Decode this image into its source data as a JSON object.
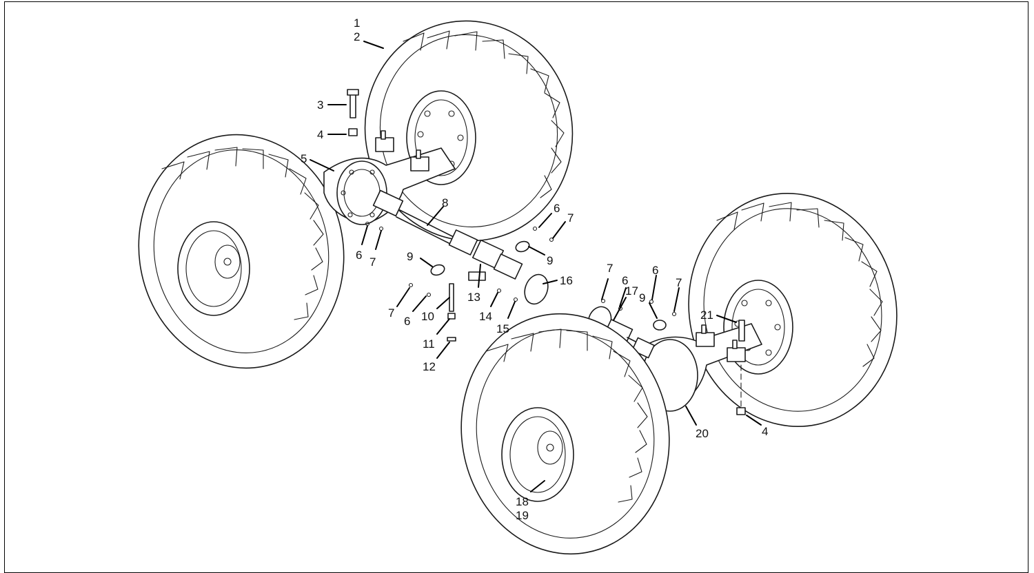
{
  "diagram": {
    "accent_color": "#1a1a1a",
    "background_color": "#ffffff",
    "callouts": [
      {
        "id": "c1",
        "label": "1"
      },
      {
        "id": "c2",
        "label": "2"
      },
      {
        "id": "c3",
        "label": "3"
      },
      {
        "id": "c4a",
        "label": "4"
      },
      {
        "id": "c5",
        "label": "5"
      },
      {
        "id": "c6a",
        "label": "6"
      },
      {
        "id": "c7a",
        "label": "7"
      },
      {
        "id": "c8",
        "label": "8"
      },
      {
        "id": "c6b",
        "label": "6"
      },
      {
        "id": "c7b",
        "label": "7"
      },
      {
        "id": "c9a",
        "label": "9"
      },
      {
        "id": "c9b",
        "label": "9"
      },
      {
        "id": "c16",
        "label": "16"
      },
      {
        "id": "c13",
        "label": "13"
      },
      {
        "id": "c7c",
        "label": "7"
      },
      {
        "id": "c6c",
        "label": "6"
      },
      {
        "id": "c10",
        "label": "10"
      },
      {
        "id": "c11",
        "label": "11"
      },
      {
        "id": "c12",
        "label": "12"
      },
      {
        "id": "c14",
        "label": "14"
      },
      {
        "id": "c15",
        "label": "15"
      },
      {
        "id": "c7d",
        "label": "7"
      },
      {
        "id": "c6d",
        "label": "6"
      },
      {
        "id": "c17",
        "label": "17"
      },
      {
        "id": "c6e",
        "label": "6"
      },
      {
        "id": "c9c",
        "label": "9"
      },
      {
        "id": "c7e",
        "label": "7"
      },
      {
        "id": "c21",
        "label": "21"
      },
      {
        "id": "c20",
        "label": "20"
      },
      {
        "id": "c4b",
        "label": "4"
      },
      {
        "id": "c18",
        "label": "18"
      },
      {
        "id": "c19",
        "label": "19"
      }
    ]
  }
}
